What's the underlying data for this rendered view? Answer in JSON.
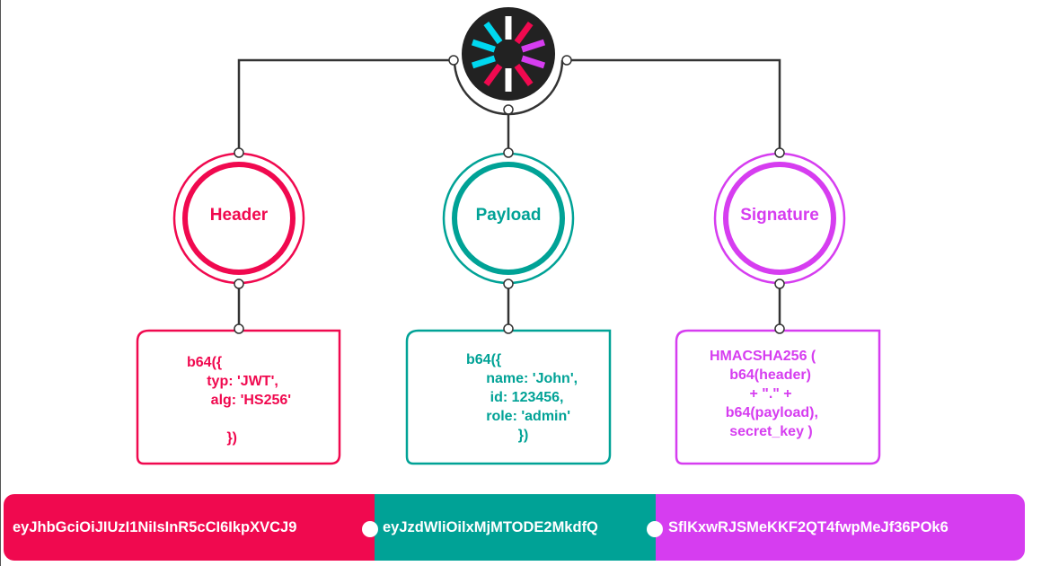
{
  "colors": {
    "header": "#f0094f",
    "payload": "#00a296",
    "signature": "#d63df0",
    "connector": "#333333",
    "logo_bg": "#222222"
  },
  "sections": {
    "header": {
      "label": "Header",
      "code": "b64({\n     typ: 'JWT',\n      alg: 'HS256'\n\n          })"
    },
    "payload": {
      "label": "Payload",
      "code": "b64({\n     name: 'John',\n      id: 123456,\n     role: 'admin'\n             })"
    },
    "signature": {
      "label": "Signature",
      "code": "HMACSHA256 (\n     b64(header)\n          + \".\" +\n    b64(payload),\n     secret_key )"
    }
  },
  "token": {
    "header_part": "eyJhbGciOiJIUzI1NiIsInR5cCI6IkpXVCJ9",
    "payload_part": "eyJzdWliOilxMjMTODE2MkdfQ",
    "signature_part": "SflKxwRJSMeKKF2QT4fwpMeJf36POk6"
  },
  "logo": {
    "icon": "jwt-logo-icon"
  }
}
